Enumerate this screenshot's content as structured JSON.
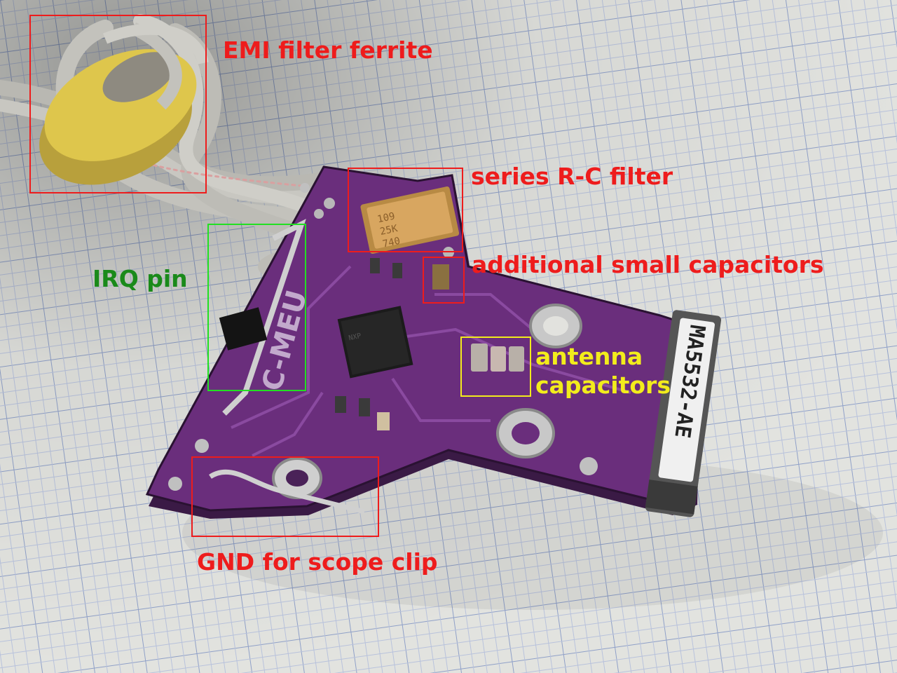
{
  "annotations": [
    {
      "id": "emi-filter-ferrite",
      "label": "EMI filter ferrite",
      "color": "#ee1c1c"
    },
    {
      "id": "series-rc-filter",
      "label": "series R-C filter",
      "color": "#ee1c1c"
    },
    {
      "id": "additional-small-capacitors",
      "label": "additional small capacitors",
      "color": "#ee1c1c"
    },
    {
      "id": "irq-pin",
      "label": "IRQ pin",
      "color": "#1a8a1a",
      "box_color": "#22e022"
    },
    {
      "id": "antenna-capacitors",
      "label_line1": "antenna",
      "label_line2": "capacitors",
      "color": "#f2ec1c"
    },
    {
      "id": "gnd-scope-clip",
      "label": "GND for scope clip",
      "color": "#ee1c1c"
    }
  ],
  "board": {
    "silkscreen": "MA5532-AE",
    "pcb_color": "#5a2a6a",
    "ferrite_color": "#e0c84e",
    "capacitor_marking": "109 25K 740"
  }
}
